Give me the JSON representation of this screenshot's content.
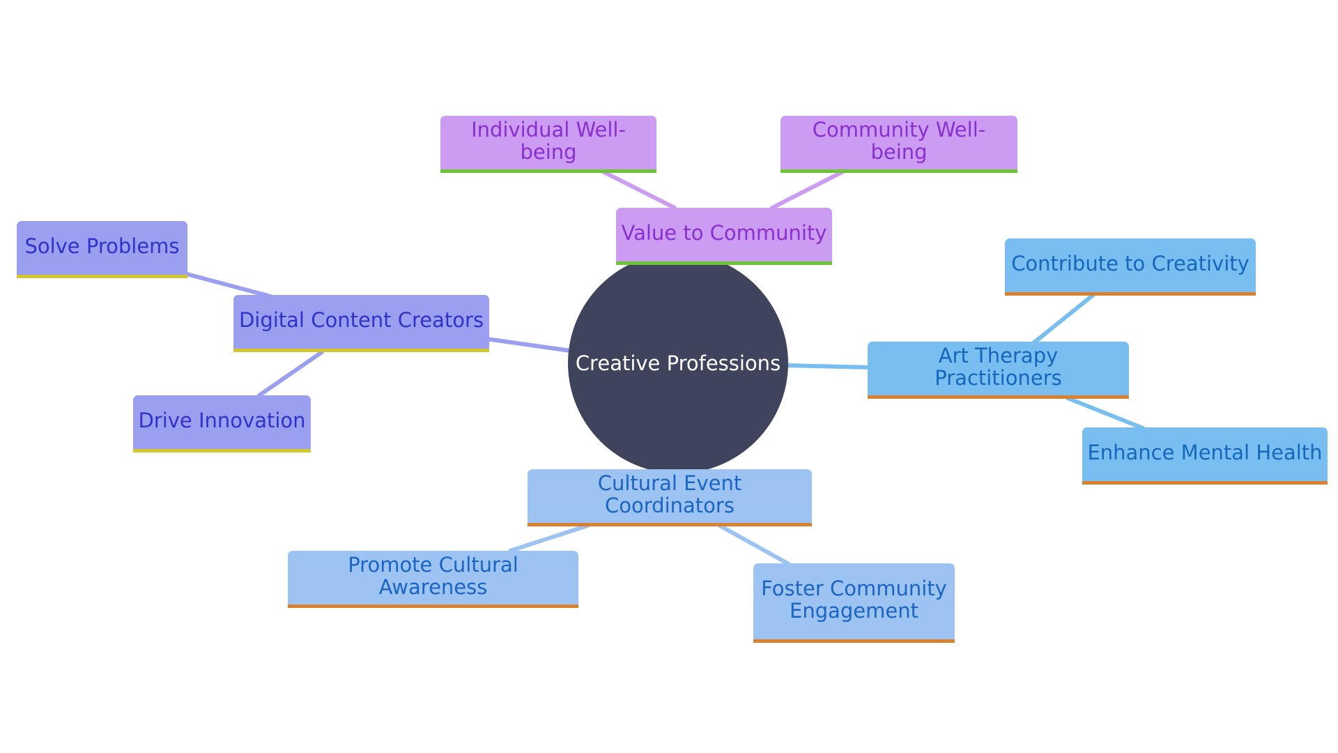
{
  "theme": {
    "background": "#ffffff",
    "root_fill": "#3f445c",
    "root_text": "#ffffff"
  },
  "diagram": {
    "root": {
      "label": "Creative Professions"
    },
    "branches": [
      {
        "id": "value",
        "label": "Value to Community",
        "fill": "#cc9bf2",
        "text": "#8a2fcf",
        "underline": "#6cc534",
        "edge": "#cc9bf2",
        "children": [
          {
            "id": "individual",
            "label": "Individual Well-being"
          },
          {
            "id": "community",
            "label": "Community Well-being"
          }
        ]
      },
      {
        "id": "digital",
        "label": "Digital Content Creators",
        "fill": "#9a9ff0",
        "text": "#3032c9",
        "underline": "#d0c72f",
        "edge": "#9a9ff0",
        "children": [
          {
            "id": "solve",
            "label": "Solve Problems"
          },
          {
            "id": "innovation",
            "label": "Drive Innovation"
          }
        ]
      },
      {
        "id": "art",
        "label": "Art Therapy Practitioners",
        "fill": "#79bef0",
        "text": "#1467bd",
        "underline": "#d9812f",
        "edge": "#79bef0",
        "children": [
          {
            "id": "creativity",
            "label": "Contribute to Creativity"
          },
          {
            "id": "mental",
            "label": "Enhance Mental Health"
          }
        ]
      },
      {
        "id": "cultural",
        "label": "Cultural Event Coordinators",
        "fill": "#9cc3f1",
        "text": "#1a64c4",
        "underline": "#d9812f",
        "edge": "#9cc3f1",
        "children": [
          {
            "id": "awareness",
            "label": "Promote Cultural Awareness"
          },
          {
            "id": "engagement",
            "label": "Foster Community\nEngagement"
          }
        ]
      }
    ]
  }
}
